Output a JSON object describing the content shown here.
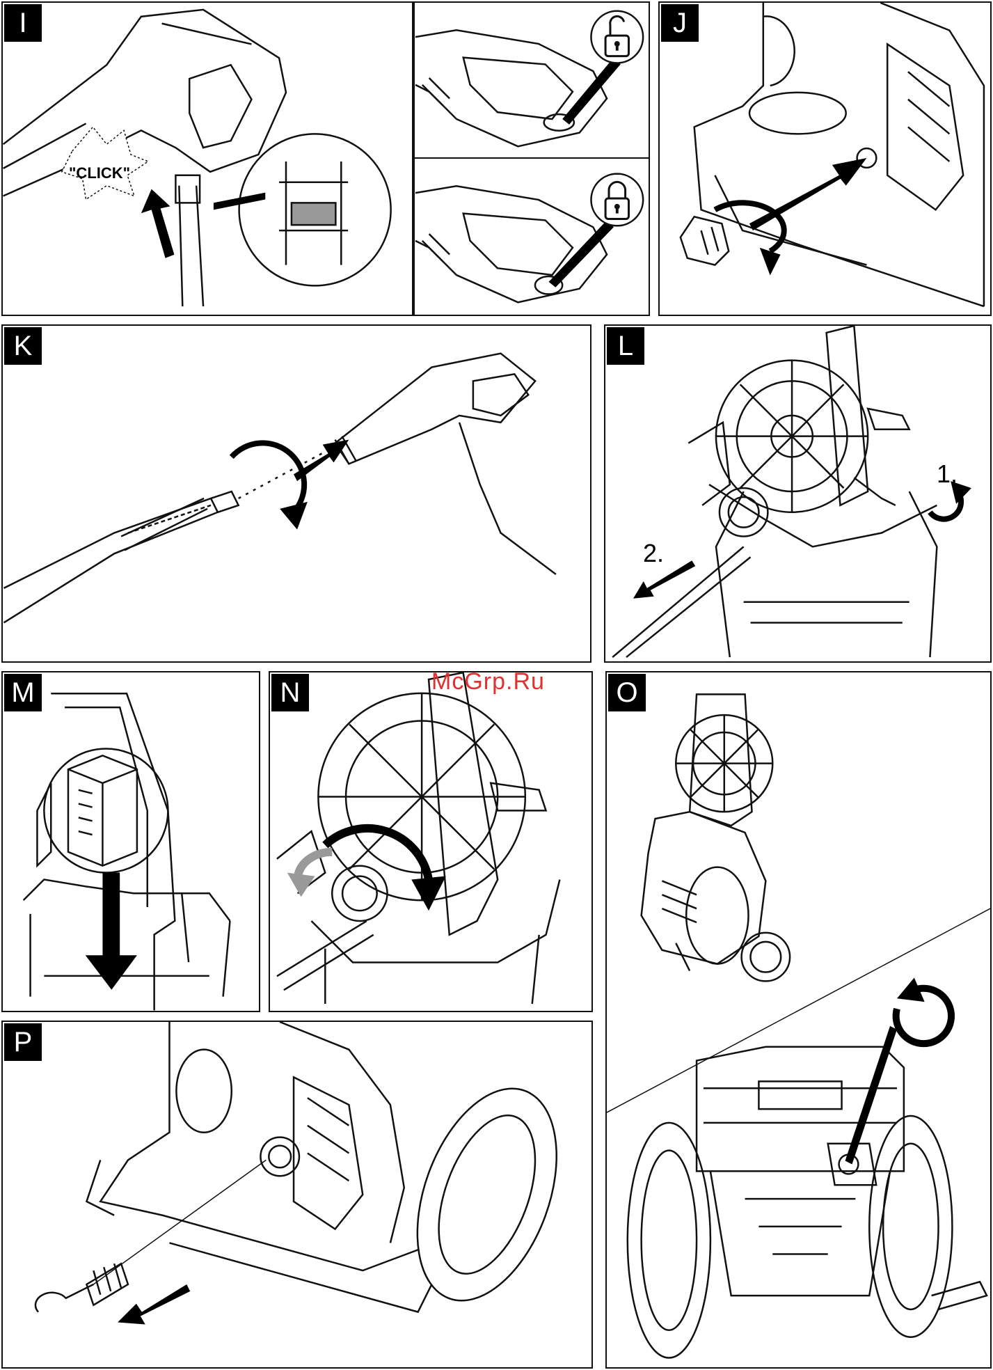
{
  "panels": {
    "I": {
      "label": "I",
      "click_text": "\"CLICK\""
    },
    "J": {
      "label": "J"
    },
    "K": {
      "label": "K"
    },
    "L": {
      "label": "L",
      "step1": "1.",
      "step2": "2."
    },
    "M": {
      "label": "M"
    },
    "N": {
      "label": "N"
    },
    "O": {
      "label": "O"
    },
    "P": {
      "label": "P"
    }
  },
  "watermark": "McGrp.Ru",
  "colors": {
    "ink": "#111111",
    "watermark": "#e03030",
    "grey_arrow": "#999999"
  },
  "icons": [
    "unlock-icon",
    "lock-icon",
    "rotate-arrow-icon",
    "direction-arrow-icon"
  ]
}
